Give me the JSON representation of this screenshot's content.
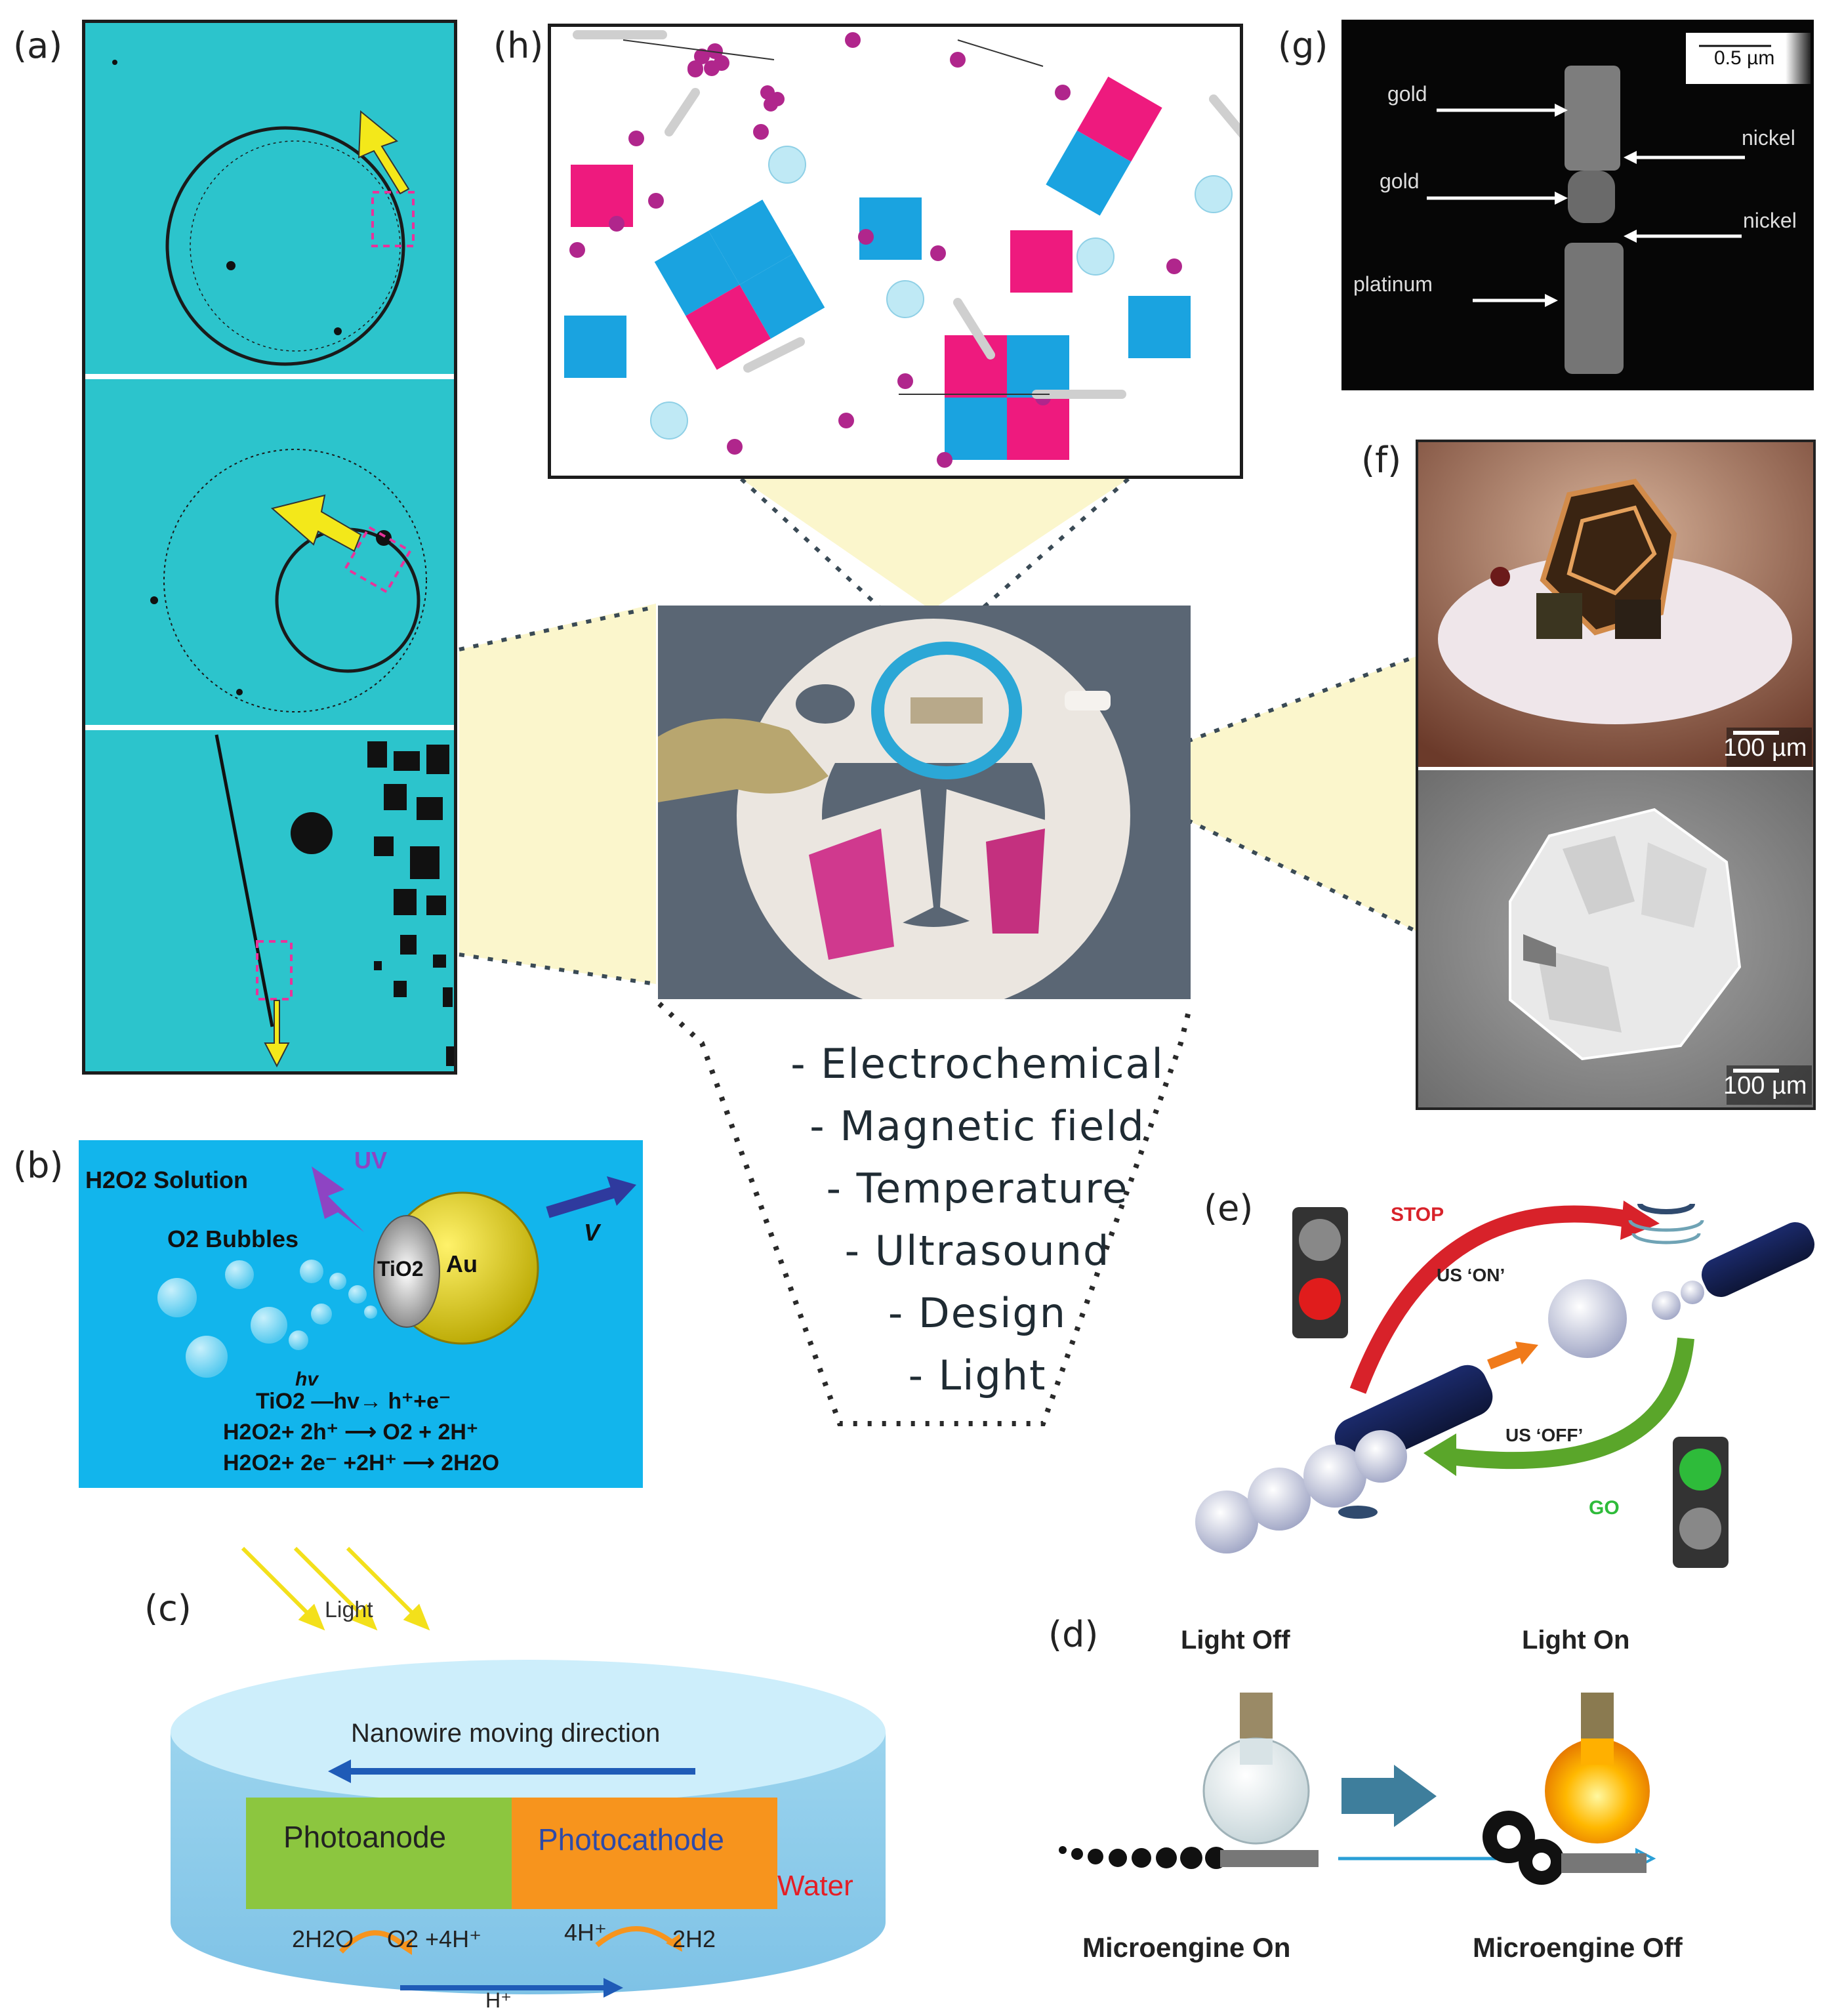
{
  "panel_labels": {
    "a": "(a)",
    "b": "(b)",
    "c": "(c)",
    "d": "(d)",
    "e": "(e)",
    "f": "(f)",
    "g": "(g)",
    "h": "(h)"
  },
  "mechanisms": [
    "- Electrochemical",
    "- Magnetic field",
    "- Temperature",
    "- Ultrasound",
    "- Design",
    "- Light"
  ],
  "panel_b": {
    "solution": "H2O2 Solution",
    "bubbles": "O2 Bubbles",
    "uv": "UV",
    "tio2": "TiO2",
    "au": "Au",
    "v": "V",
    "eq1": "TiO2 —hv→ h⁺+e⁻",
    "eq2": "H2O2+ 2h⁺ ⟶ O2 + 2H⁺",
    "eq3": "H2O2+ 2e⁻ +2H⁺ ⟶ 2H2O",
    "hv": "hv"
  },
  "panel_c": {
    "light": "Light",
    "direction": "Nanowire moving direction",
    "photoanode": "Photoanode",
    "photocathode": "Photocathode",
    "water": "Water",
    "r1": "2H2O",
    "r2": "O2 +4H⁺",
    "r3": "4H⁺",
    "r4": "2H2",
    "hplus": "H⁺"
  },
  "panel_d": {
    "light_off": "Light Off",
    "light_on": "Light On",
    "engine_on": "Microengine On",
    "engine_off": "Microengine Off"
  },
  "panel_e": {
    "stop": "STOP",
    "us_on": "US ‘ON’",
    "us_off": "US ‘OFF’",
    "go": "GO"
  },
  "panel_f": {
    "scale1": "100 µm",
    "scale2": "100 µm"
  },
  "panel_g": {
    "scale": "0.5 µm",
    "gold1": "gold",
    "gold2": "gold",
    "nickel1": "nickel",
    "nickel2": "nickel",
    "platinum": "platinum"
  },
  "colors": {
    "cyan_panel": "#27c4cc",
    "pink": "#ee1a7e",
    "blue": "#1aa3e0",
    "magenta_dot": "#b0268c",
    "cone_fill": "#fbf6cc",
    "light_blue": "#12b5ec"
  }
}
